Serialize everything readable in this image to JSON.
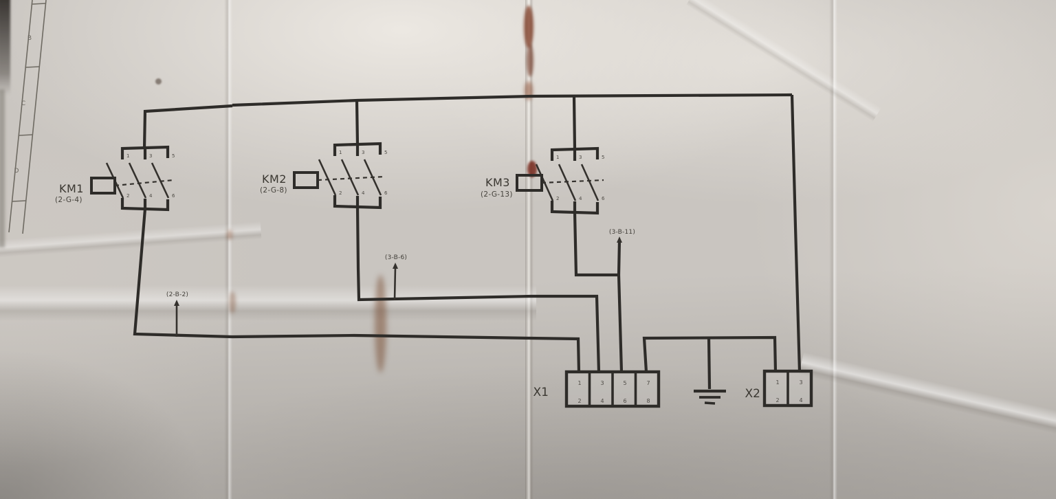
{
  "diagram": {
    "contactors": [
      {
        "name": "KM1",
        "ref": "(2-G-4)",
        "top_terminals": [
          "1",
          "3",
          "5"
        ],
        "bottom_terminals": [
          "2",
          "4",
          "6"
        ]
      },
      {
        "name": "KM2",
        "ref": "(2-G-8)",
        "top_terminals": [
          "1",
          "3",
          "5"
        ],
        "bottom_terminals": [
          "2",
          "4",
          "6"
        ]
      },
      {
        "name": "KM3",
        "ref": "(2-G-13)",
        "top_terminals": [
          "1",
          "3",
          "5"
        ],
        "bottom_terminals": [
          "2",
          "4",
          "6"
        ]
      }
    ],
    "cross_refs": [
      {
        "label": "(2-B-2)"
      },
      {
        "label": "(3-B-6)"
      },
      {
        "label": "(3-B-11)"
      }
    ],
    "terminal_blocks": [
      {
        "name": "X1",
        "top": [
          "1",
          "3",
          "5",
          "7"
        ],
        "bottom": [
          "2",
          "4",
          "6",
          "8"
        ]
      },
      {
        "name": "X2",
        "top": [
          "1",
          "3"
        ],
        "bottom": [
          "2",
          "4"
        ]
      }
    ],
    "border_zones": [
      "B",
      "C",
      "D"
    ],
    "colors": {
      "line": "#2e2c29",
      "paper": "#c9c5c0"
    }
  }
}
